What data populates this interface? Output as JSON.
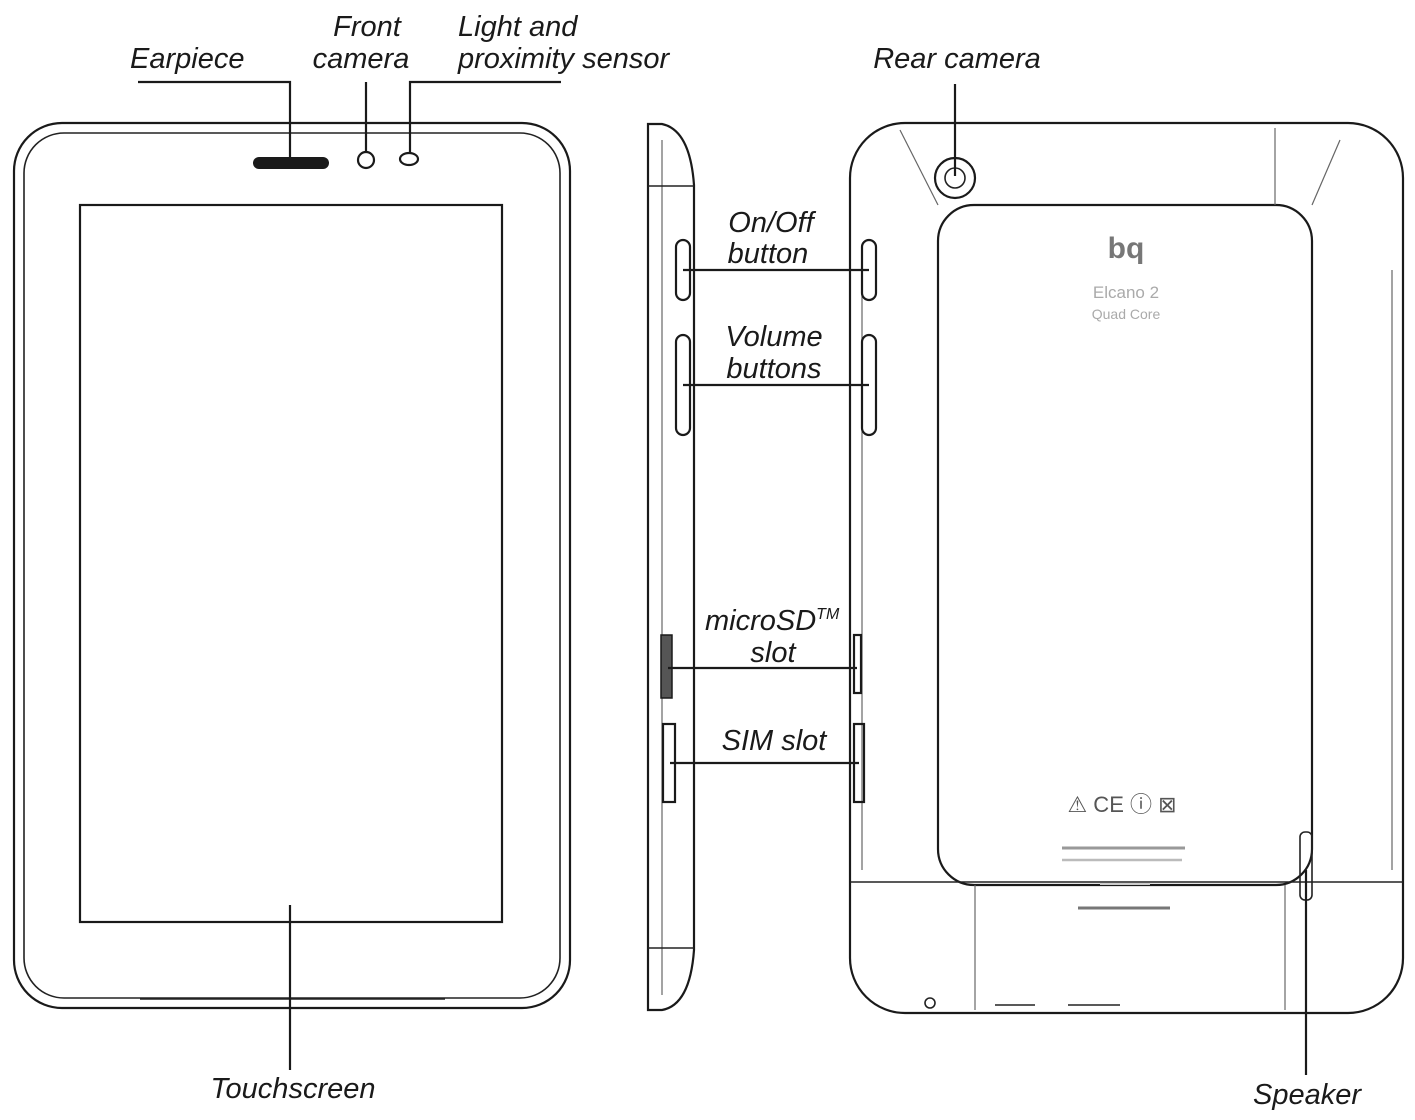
{
  "labels": {
    "earpiece": "Earpiece",
    "front_camera_1": "Front",
    "front_camera_2": "camera",
    "light_sensor_1": "Light and",
    "light_sensor_2": "proximity sensor",
    "rear_camera": "Rear camera",
    "onoff_1": "On/Off",
    "onoff_2": "button",
    "volume_1": "Volume",
    "volume_2": "buttons",
    "microsd_1": "microSD",
    "microsd_tm": "TM",
    "microsd_2": "slot",
    "sim": "SIM slot",
    "touchscreen": "Touchscreen",
    "speaker": "Speaker"
  },
  "back_print": {
    "brand": "bq",
    "model": "Elcano 2",
    "model_sub": "Quad Core"
  },
  "colors": {
    "ink": "#1a1a1a",
    "background": "#ffffff",
    "faint": "#aaaaaa"
  }
}
